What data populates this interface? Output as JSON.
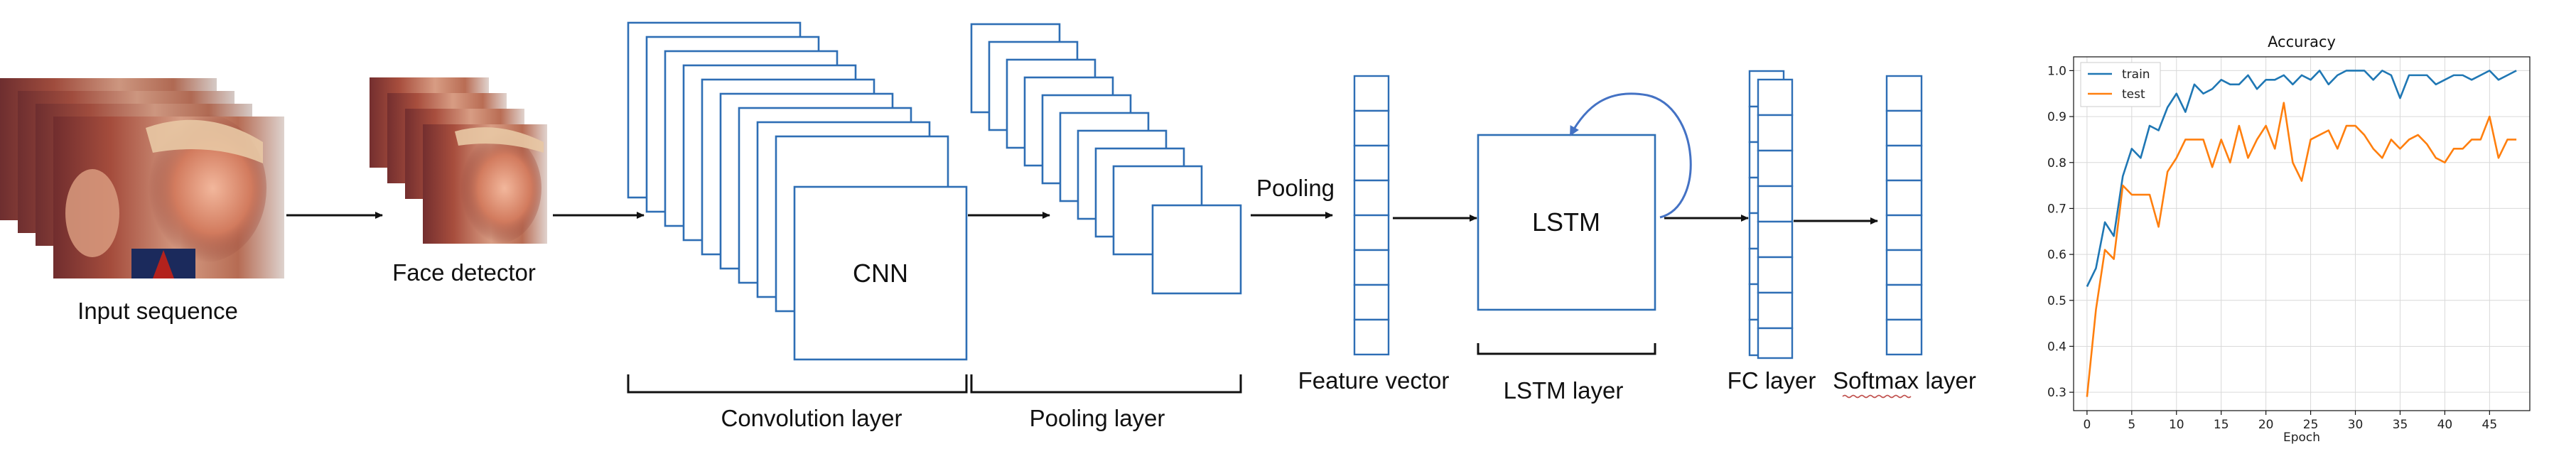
{
  "diagram": {
    "labels": {
      "input_sequence": "Input sequence",
      "face_detector": "Face detector",
      "cnn": "CNN",
      "convolution_layer": "Convolution layer",
      "pooling_layer": "Pooling layer",
      "pooling": "Pooling",
      "feature_vector": "Feature vector",
      "lstm": "LSTM",
      "lstm_layer": "LSTM layer",
      "fc_layer": "FC layer",
      "softmax_layer": "Softmax layer"
    },
    "colors": {
      "box_stroke": "#2E6EB5",
      "arrow": "#111111",
      "feedback_arrow": "#4472C4",
      "softmax_underline": "#C0504D"
    }
  },
  "chart_data": {
    "type": "line",
    "title": "Accuracy",
    "xlabel": "Epoch",
    "ylabel": "",
    "xlim": [
      -1.5,
      49.5
    ],
    "ylim": [
      0.26,
      1.03
    ],
    "xticks": [
      0,
      5,
      10,
      15,
      20,
      25,
      30,
      35,
      40,
      45
    ],
    "yticks": [
      0.3,
      0.4,
      0.5,
      0.6,
      0.7,
      0.8,
      0.9,
      1.0
    ],
    "ytick_labels": [
      "0.3",
      "0.4",
      "0.5",
      "0.6",
      "0.7",
      "0.8",
      "0.9",
      "1.0"
    ],
    "grid": true,
    "legend": "top-left",
    "x": [
      0,
      1,
      2,
      3,
      4,
      5,
      6,
      7,
      8,
      9,
      10,
      11,
      12,
      13,
      14,
      15,
      16,
      17,
      18,
      19,
      20,
      21,
      22,
      23,
      24,
      25,
      26,
      27,
      28,
      29,
      30,
      31,
      32,
      33,
      34,
      35,
      36,
      37,
      38,
      39,
      40,
      41,
      42,
      43,
      44,
      45,
      46,
      47,
      48
    ],
    "series": [
      {
        "name": "train",
        "color": "#1f77b4",
        "values": [
          0.53,
          0.57,
          0.67,
          0.64,
          0.77,
          0.83,
          0.81,
          0.88,
          0.87,
          0.92,
          0.95,
          0.91,
          0.97,
          0.95,
          0.96,
          0.98,
          0.97,
          0.97,
          0.99,
          0.96,
          0.98,
          0.98,
          0.99,
          0.97,
          0.99,
          0.98,
          1.0,
          0.97,
          0.99,
          1.0,
          1.0,
          1.0,
          0.98,
          1.0,
          0.99,
          0.94,
          0.99,
          0.99,
          0.99,
          0.97,
          0.98,
          0.99,
          0.99,
          0.98,
          0.99,
          1.0,
          0.98,
          0.99,
          1.0
        ]
      },
      {
        "name": "test",
        "color": "#ff7f0e",
        "values": [
          0.29,
          0.48,
          0.61,
          0.59,
          0.75,
          0.73,
          0.73,
          0.73,
          0.66,
          0.78,
          0.81,
          0.85,
          0.85,
          0.85,
          0.79,
          0.85,
          0.8,
          0.88,
          0.81,
          0.85,
          0.88,
          0.83,
          0.93,
          0.8,
          0.76,
          0.85,
          0.86,
          0.87,
          0.83,
          0.88,
          0.88,
          0.86,
          0.83,
          0.81,
          0.85,
          0.83,
          0.85,
          0.86,
          0.84,
          0.81,
          0.8,
          0.83,
          0.83,
          0.85,
          0.85,
          0.9,
          0.81,
          0.85,
          0.85
        ]
      }
    ]
  }
}
